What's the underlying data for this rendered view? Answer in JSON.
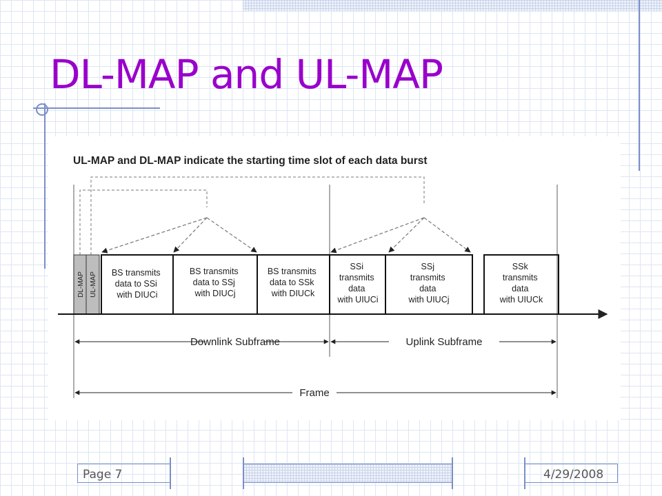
{
  "slide": {
    "title": "DL-MAP and UL-MAP",
    "footer_page": "Page 7",
    "footer_date": "4/29/2008"
  },
  "diagram": {
    "heading": "UL-MAP and DL-MAP indicate the starting time slot of each data burst",
    "map_blocks": [
      "DL-MAP",
      "UL-MAP"
    ],
    "downlink_bursts": [
      [
        "BS transmits",
        "data to SSi",
        "with DIUCi"
      ],
      [
        "BS transmits",
        "data to SSj",
        "with DIUCj"
      ],
      [
        "BS transmits",
        "data to SSk",
        "with DIUCk"
      ]
    ],
    "uplink_bursts": [
      [
        "SSi",
        "transmits",
        "data",
        "with UIUCi"
      ],
      [
        "SSj",
        "transmits",
        "data",
        "with UIUCj"
      ],
      [
        "SSk",
        "transmits",
        "data",
        "with UIUCk"
      ]
    ],
    "downlink_label": "Downlink Subframe",
    "uplink_label": "Uplink Subframe",
    "frame_label": "Frame"
  },
  "colors": {
    "title": "#9900cc",
    "decor_line": "#7a8ec8",
    "map_block_fill": "#bdbdbd"
  }
}
